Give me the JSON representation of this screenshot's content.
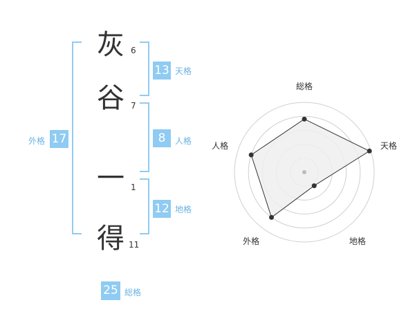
{
  "name": {
    "characters": [
      {
        "char": "灰",
        "strokes": "6"
      },
      {
        "char": "谷",
        "strokes": "7"
      },
      {
        "char": "一",
        "strokes": "1"
      },
      {
        "char": "得",
        "strokes": "11"
      }
    ]
  },
  "fortune": {
    "tenkaku": {
      "value": "13",
      "label": "天格"
    },
    "jinkaku": {
      "value": "8",
      "label": "人格"
    },
    "chikaku": {
      "value": "12",
      "label": "地格"
    },
    "gaikaku": {
      "value": "17",
      "label": "外格"
    },
    "soukaku": {
      "value": "25",
      "label": "総格"
    }
  },
  "chart_data": {
    "type": "radar",
    "axes": [
      "総格",
      "天格",
      "地格",
      "外格",
      "人格"
    ],
    "values": [
      0.76,
      0.98,
      0.24,
      0.8,
      0.8
    ],
    "range": [
      0,
      1
    ],
    "rings": 5,
    "colors": {
      "ring": "#cfcfcf",
      "fill": "#eeeeee",
      "line": "#333333",
      "point": "#333333",
      "center": "#bbbbbb"
    }
  },
  "colors": {
    "accent": "#8fcbf2",
    "label": "#6bb4e4"
  }
}
